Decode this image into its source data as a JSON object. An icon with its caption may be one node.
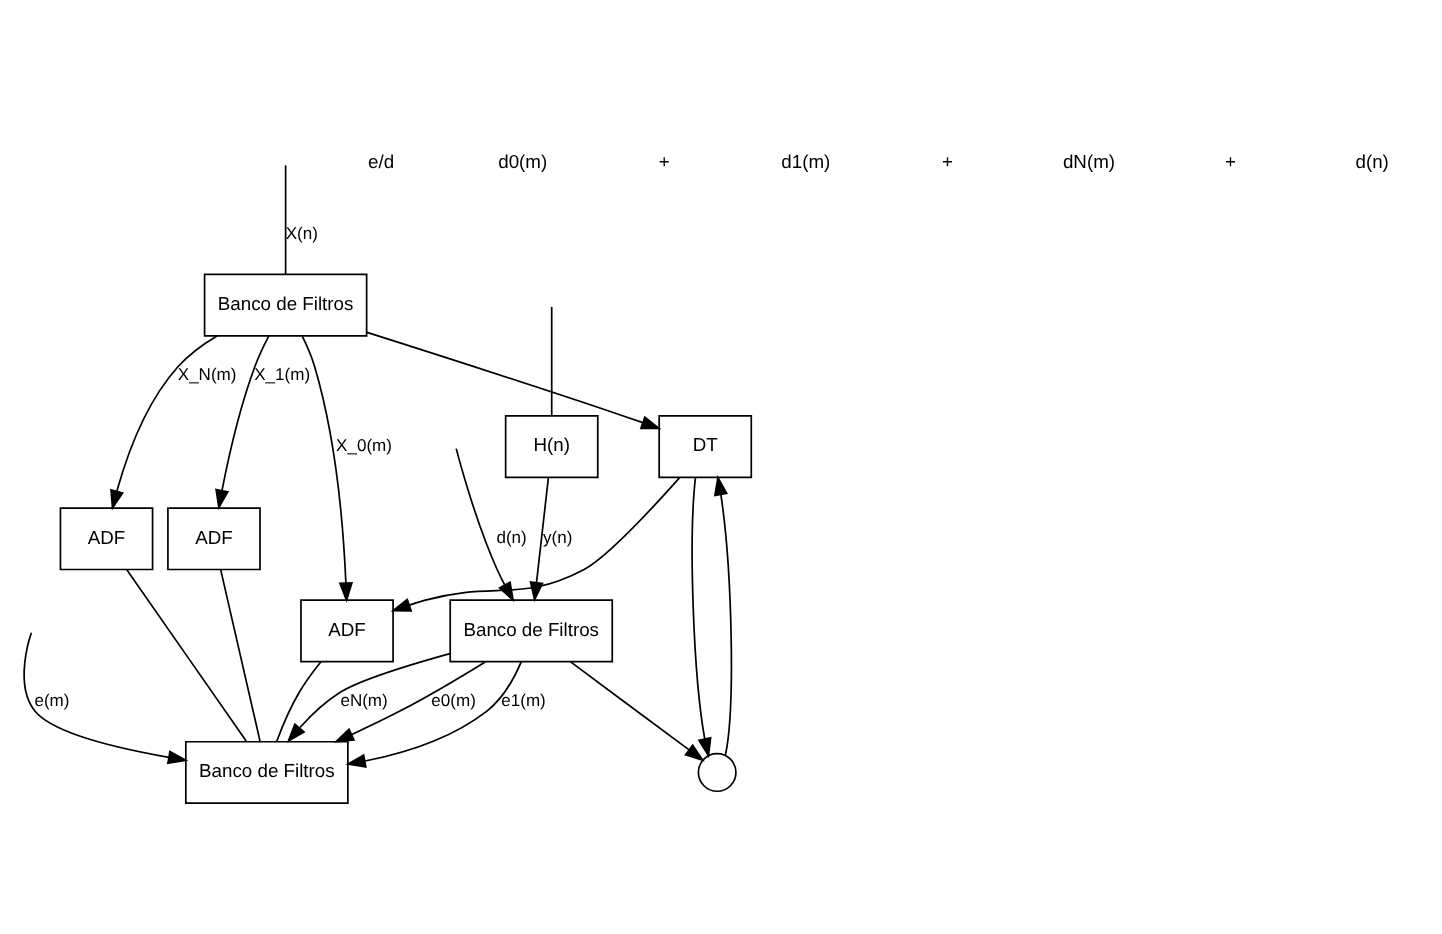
{
  "diagram": {
    "nodes": [
      {
        "text": [
          "Banco de Filtros"
        ]
      },
      {
        "text": [
          "ADF"
        ]
      },
      {
        "text": [
          "ADF"
        ]
      },
      {
        "text": [
          "ADF"
        ]
      },
      {
        "text": [
          "DT"
        ]
      },
      {
        "text": [
          "H(n)"
        ]
      },
      {
        "text": [],
        "shape": "circle"
      },
      {
        "text": [
          "Banco de Filtros"
        ]
      },
      {
        "text": [
          "Banco de Filtros"
        ]
      }
    ],
    "edges": [
      {
        "from": null,
        "to": 0,
        "arrow": "none",
        "label": "X(n)"
      },
      {
        "from": null,
        "to": 5,
        "arrow": "none"
      },
      {
        "from": 0,
        "to": 1,
        "arrow": "to",
        "label": "X_N(m)"
      },
      {
        "from": 0,
        "to": 2,
        "arrow": "to",
        "label": "X_1(m)"
      },
      {
        "from": 0,
        "to": 3,
        "arrow": "to",
        "label": "X_0(m)"
      },
      {
        "from": 0,
        "to": 4,
        "arrow": "to"
      },
      {
        "from": 4,
        "to": 3,
        "arrow": "to"
      },
      {
        "from": 4,
        "to": 6,
        "arrow": "to"
      },
      {
        "from": 6,
        "to": 4,
        "arrow": "to"
      },
      {
        "from": 8,
        "to": 6,
        "arrow": "to"
      },
      {
        "from": 5,
        "to": 8,
        "arrow": "to",
        "label": "y(n)"
      },
      {
        "from": null,
        "to": 8,
        "arrow": "to",
        "label": "d(n)"
      },
      {
        "from": 8,
        "to": 7,
        "arrow": "to",
        "label": "e0(m)"
      },
      {
        "from": 8,
        "to": 7,
        "arrow": "to",
        "label": "e1(m)"
      },
      {
        "from": 8,
        "to": 7,
        "arrow": "to",
        "label": "eN(m)"
      },
      {
        "from": 3,
        "to": 7,
        "arrow": "none"
      },
      {
        "from": 2,
        "to": 7,
        "arrow": "none"
      },
      {
        "from": 1,
        "to": 7,
        "arrow": "none"
      },
      {
        "from": null,
        "to": 7,
        "arrow": "to",
        "label": "e(m)"
      }
    ],
    "labels": [
      "e/d",
      "d0(m)",
      "+",
      "d1(m)",
      "+",
      "dN(m)",
      "+",
      "d(n)"
    ]
  }
}
